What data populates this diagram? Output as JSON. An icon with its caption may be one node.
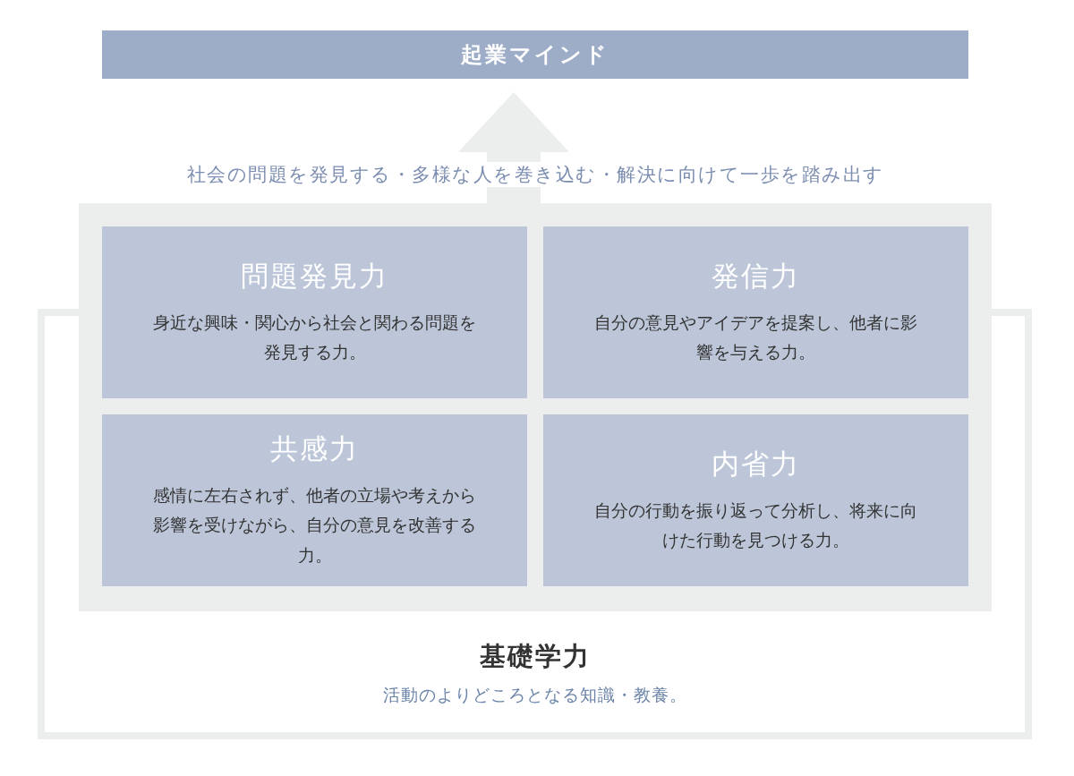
{
  "diagram": {
    "nodes": [
      {
        "text": [
          "起業マインド"
        ]
      },
      {
        "text": [],
        "shape": "box"
      },
      {
        "text": [
          "問題発見力",
          "身近な興味・関心から社会と関わる問題を発見する力。"
        ],
        "in": 1
      },
      {
        "text": [
          "発信力",
          "自分の意見やアイデアを提案し、他者に影響を与える力。"
        ],
        "in": 1
      },
      {
        "text": [
          "共感力",
          "感情に左右されず、他者の立場や考えから影響を受けながら、自分の意見を改善する力。"
        ],
        "in": 1
      },
      {
        "text": [
          "内省力",
          "自分の行動を振り返って分析し、将来に向けた行動を見つける力。"
        ],
        "in": 1
      },
      {
        "text": [
          "基礎学力",
          "活動のよりどころとなる知識・教養。"
        ]
      }
    ],
    "edges": [
      {
        "from": 1,
        "to": 0,
        "arrow": "to"
      }
    ],
    "labels": [
      "社会の問題を発見する・多様な人を巻き込む・解決に向けて一歩を踏み出す"
    ]
  }
}
